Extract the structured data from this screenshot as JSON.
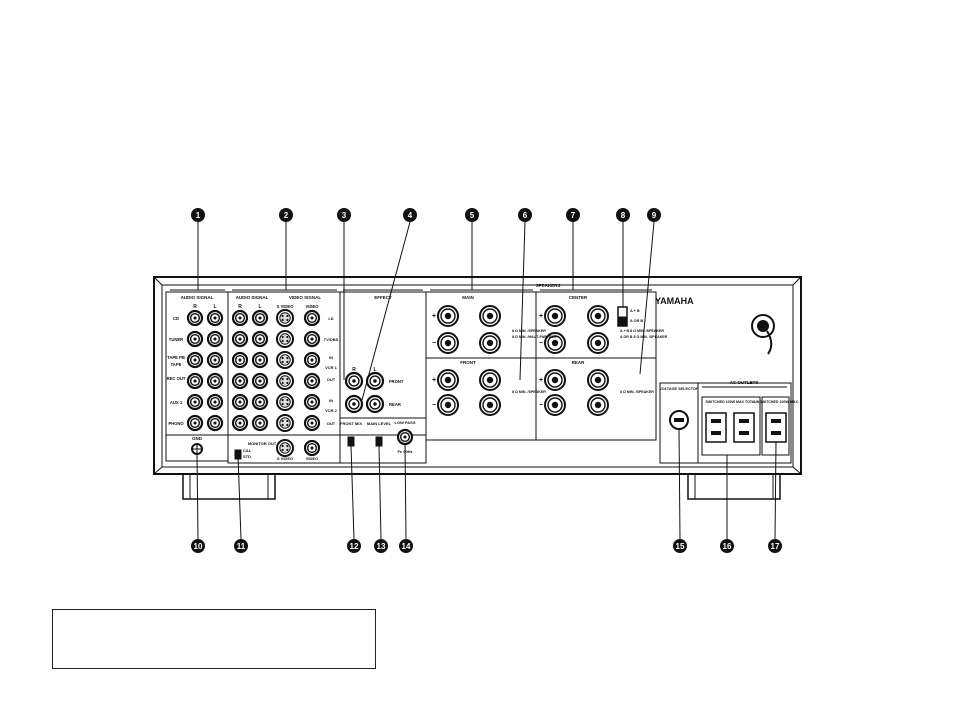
{
  "brand": "YAMAHA",
  "callouts_top": [
    "1",
    "2",
    "3",
    "4",
    "5",
    "6",
    "7",
    "8",
    "9"
  ],
  "callouts_bottom": [
    "10",
    "11",
    "12",
    "13",
    "14",
    "15",
    "16",
    "17"
  ],
  "sections": {
    "audio_signal_1": "AUDIO SIGNAL",
    "audio_signal_2": "AUDIO SIGNAL",
    "video_signal": "VIDEO SIGNAL",
    "effect": "EFFECT",
    "speakers": "SPEAKERS",
    "main": "MAIN",
    "center": "CENTER",
    "front": "FRONT",
    "rear": "REAR",
    "gnd": "GND",
    "voltage_selector": "VOLTAGE SELECTOR",
    "ac_outlets": "AC OUTLETS",
    "switched": "SWITCHED 100W MAX TOTAL",
    "unswitched": "UNSWITCHED 100W MAX",
    "monitor_out": "MONITOR OUT"
  },
  "audio_inputs": [
    "CD",
    "TUNER",
    "TAPE PB",
    "TAPE",
    "REC OUT",
    "AUX 1",
    "PHONO"
  ],
  "video_labels": [
    "LD",
    "TV/DBS",
    "IN",
    "VCR 1",
    "OUT",
    "IN",
    "VCR 2",
    "OUT"
  ],
  "column_headers": {
    "r": "R",
    "l": "L",
    "svideo": "S VIDEO",
    "video": "VIDEO"
  },
  "effect_labels": {
    "r": "R",
    "l": "L",
    "front": "FRONT",
    "rear": "REAR"
  },
  "switches": {
    "front_mix": "FRONT MIX",
    "main_level": "MAIN LEVEL",
    "low_pass": "LOW PASS",
    "low_pass_freq": "Fc 90Hz",
    "cal": "CAL",
    "std": "STD"
  },
  "bottom_labels": {
    "svideo": "S VIDEO",
    "video": "VIDEO"
  },
  "impedance": {
    "main": "8 Ω MIN. /SPEAKER",
    "main2": "8 Ω MIN. /HAUT-PARLEUR",
    "center_ab": "A + B 8 Ω MIN. /SPEAKER",
    "center_aorb": "A OR B 8 Ω MIN. /SPEAKER",
    "ab_switch1": "A + B",
    "ab_switch2": "A OR B",
    "front": "8 Ω MIN. /SPEAKER",
    "rear": "8 Ω MIN. /SPEAKER"
  }
}
